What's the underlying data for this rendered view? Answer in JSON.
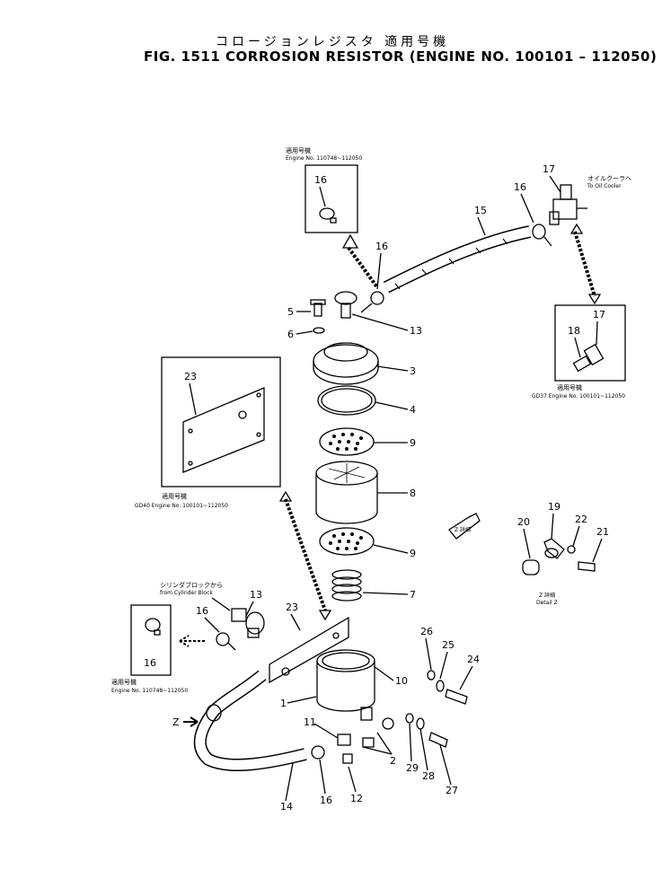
{
  "title_jp": "コロージョンレジスタ 適用号機",
  "title_en": "FIG. 1511 CORROSION RESISTOR (ENGINE NO. 100101 – 112050)",
  "inset_top_left": {
    "jp": "適用号機",
    "serial": "Engine No. 110748~112050",
    "part": "16"
  },
  "inset_right": {
    "jp": "適用号機",
    "serial": "GD37 Engine No. 100101~112050",
    "parts": [
      "18",
      "17"
    ]
  },
  "inset_plate": {
    "jp": "適用号機",
    "serial": "GD40 Engine No. 100101~112050",
    "part": "23"
  },
  "inset_bottom_left": {
    "jp": "適用号機",
    "serial": "Engine No. 110748~112050",
    "part": "16"
  },
  "oil_cooler_label": {
    "jp": "オイルクーラへ",
    "en": "To Oil Cooler"
  },
  "cylinder_block_label": {
    "jp": "シリンダブロックから",
    "en": "from Cylinder Block"
  },
  "detail_label": {
    "jp": "Z 詳細",
    "en": "Detail Z"
  },
  "z_marker": "Z",
  "callouts": {
    "c17_top": "17",
    "c16_top": "16",
    "c15": "15",
    "c16_mid": "16",
    "c5": "5",
    "c6": "6",
    "c13_top": "13",
    "c3": "3",
    "c4": "4",
    "c9_top": "9",
    "c8": "8",
    "c9_bot": "9",
    "c7": "7",
    "c20": "20",
    "c19": "19",
    "c22": "22",
    "c21": "21",
    "c13_left": "13",
    "c16_left": "16",
    "c23": "23",
    "c26": "26",
    "c25": "25",
    "c24": "24",
    "c1": "1",
    "c10": "10",
    "c11": "11",
    "c2": "2",
    "c29": "29",
    "c28": "28",
    "c27": "27",
    "c14": "14",
    "c16_bot": "16",
    "c12": "12"
  }
}
